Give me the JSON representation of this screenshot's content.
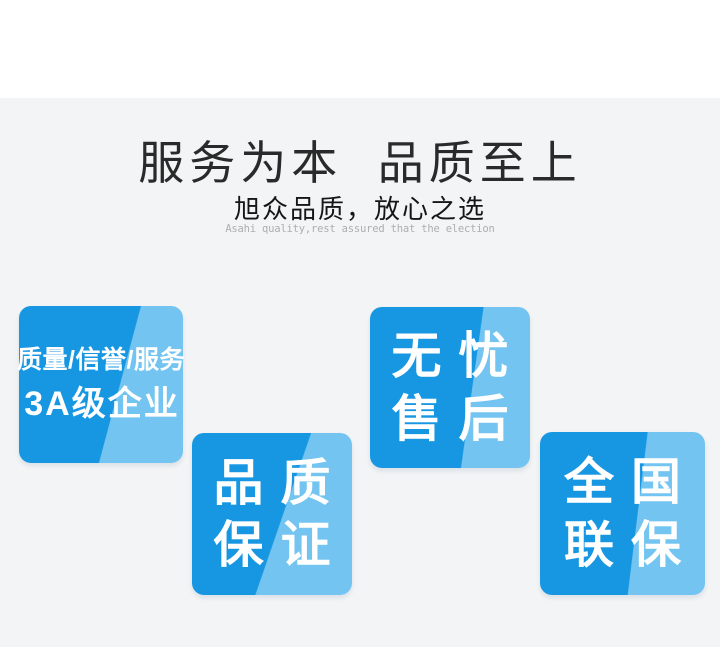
{
  "header": {
    "title": "服务为本  品质至上",
    "subtitle": "旭众品质，放心之选",
    "tagline_en": "Asahi quality,rest assured that the election"
  },
  "badges": [
    {
      "lines": [
        "质量/信誉/服务",
        "3A级企业"
      ]
    },
    {
      "lines": [
        "品质",
        "保证"
      ]
    },
    {
      "lines": [
        "无忧",
        "售后"
      ]
    },
    {
      "lines": [
        "全国",
        "联保"
      ]
    }
  ],
  "colors": {
    "badge_dark_blue": "#1797e2",
    "badge_light_blue": "#73c4f0",
    "background_band": "#f3f4f5",
    "title_text": "#2a2a2a",
    "tagline_gray": "#aeaeae",
    "badge_text": "#ffffff"
  }
}
